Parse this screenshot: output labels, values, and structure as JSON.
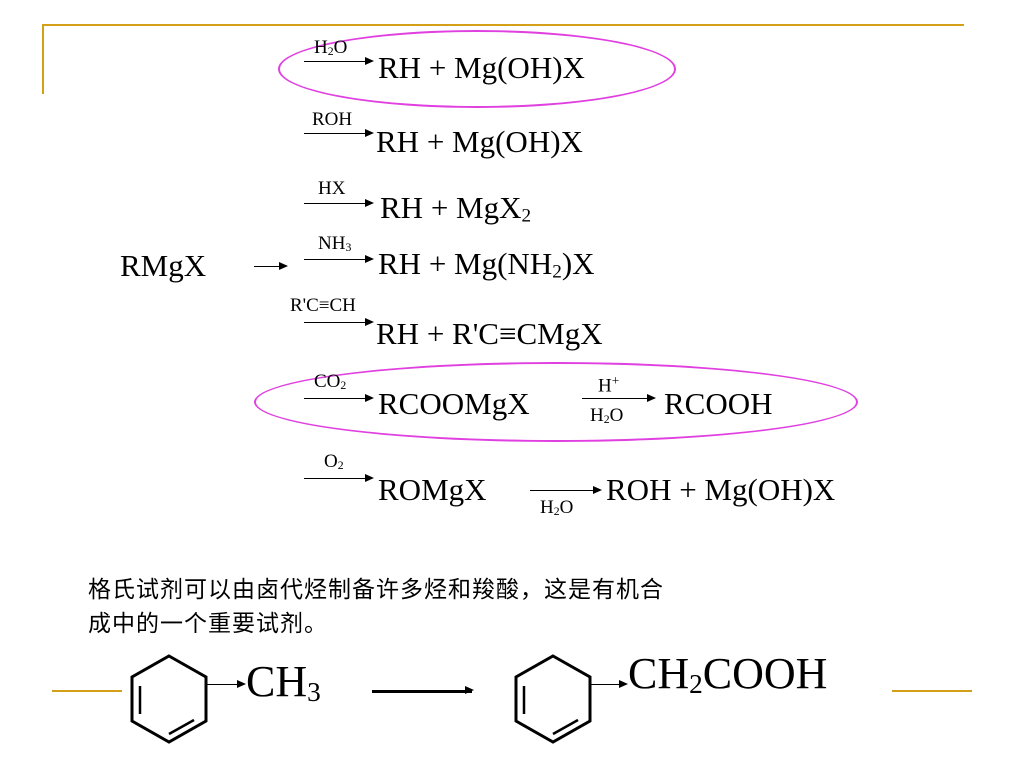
{
  "rows": [
    {
      "reagent": "H2O",
      "product": "RH + Mg(OH)X",
      "highlighted": true
    },
    {
      "reagent": "ROH",
      "product": "RH + Mg(OH)X",
      "highlighted": false
    },
    {
      "reagent": "HX",
      "product": "RH + MgX2",
      "highlighted": false
    },
    {
      "reagent": "NH3",
      "product": "RH + Mg(NH2)X",
      "highlighted": false
    },
    {
      "reagent": "R'C≡CH",
      "product": "RH + R'C≡CMgX",
      "highlighted": false
    },
    {
      "reagent": "CO2",
      "product": "RCOOMgX",
      "second_reagent_top": "H+",
      "second_reagent_bottom": "H2O",
      "final": "RCOOH",
      "highlighted": true
    },
    {
      "reagent": "O2",
      "product": "ROMgX",
      "second_reagent_bottom": "H2O",
      "final": "ROH + Mg(OH)X",
      "highlighted": false
    }
  ],
  "reactant": "RMgX",
  "description_line1": "格氏试剂可以由卤代烃制备许多烃和羧酸，这是有机合",
  "description_line2": "成中的一个重要试剂。",
  "bottom_reaction": {
    "left": "CH3",
    "right": "CH2COOH"
  },
  "colors": {
    "frame": "#d4a017",
    "highlight": "#e040e0"
  }
}
